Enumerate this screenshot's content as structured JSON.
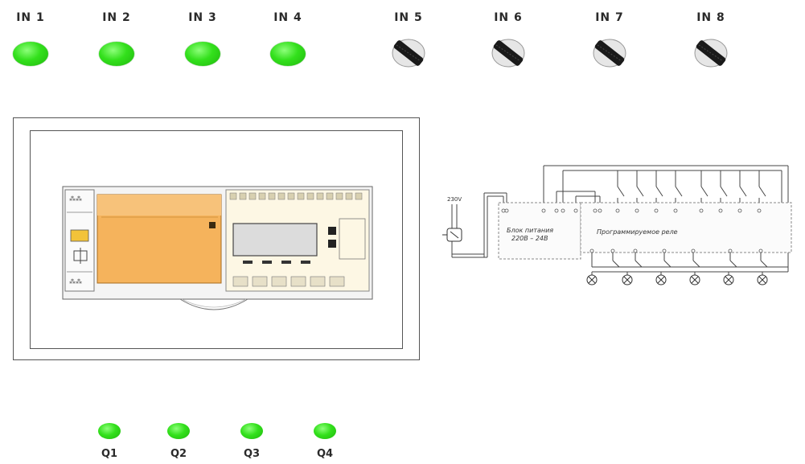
{
  "inputs": [
    {
      "label": "IN 1",
      "state": "led-on"
    },
    {
      "label": "IN 2",
      "state": "led-on"
    },
    {
      "label": "IN 3",
      "state": "led-on"
    },
    {
      "label": "IN 4",
      "state": "led-on"
    },
    {
      "label": "IN 5",
      "state": "switch"
    },
    {
      "label": "IN 6",
      "state": "switch"
    },
    {
      "label": "IN 7",
      "state": "switch"
    },
    {
      "label": "IN 8",
      "state": "switch"
    }
  ],
  "outputs": [
    {
      "label": "Q1"
    },
    {
      "label": "Q2"
    },
    {
      "label": "Q3"
    },
    {
      "label": "Q4"
    }
  ],
  "colors": {
    "led_on": "#33e01c",
    "module_orange": "#f5b35c",
    "switch_body": "#1a1a1a"
  },
  "schematic": {
    "supply_label": "230V",
    "psu_note_line1": "Блок питания",
    "psu_note_line2": "220В – 24В",
    "relay_note": "Программируемое реле"
  }
}
